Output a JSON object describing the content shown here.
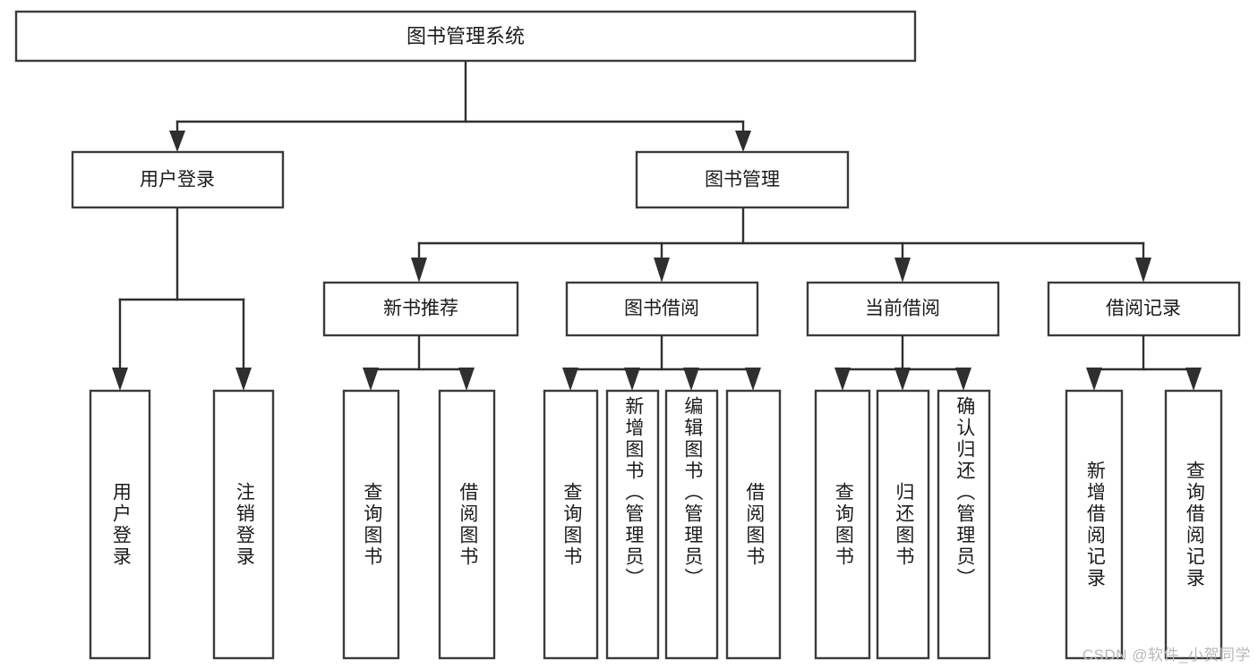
{
  "diagram": {
    "title": "图书管理系统",
    "type": "tree-hierarchy-chart",
    "orientation": "top-down",
    "colors": {
      "box_fill": "#ffffff",
      "box_stroke": "#3b3b3b",
      "edge": "#2f2f2f",
      "text": "#1b1b1b",
      "watermark": "#b9b9b9",
      "background": "#ffffff"
    },
    "root": {
      "label": "图书管理系统"
    },
    "level2": [
      {
        "label": "用户登录"
      },
      {
        "label": "图书管理"
      }
    ],
    "level3": [
      {
        "label": "新书推荐"
      },
      {
        "label": "图书借阅"
      },
      {
        "label": "当前借阅"
      },
      {
        "label": "借阅记录"
      }
    ],
    "leaves": {
      "user_login": [
        {
          "label": "用户登录"
        },
        {
          "label": "注销登录"
        }
      ],
      "new_book_recommend": [
        {
          "label": "查询图书"
        },
        {
          "label": "借阅图书"
        }
      ],
      "book_borrow": [
        {
          "label": "查询图书"
        },
        {
          "label": "新增图书（管理员）"
        },
        {
          "label": "编辑图书（管理员）"
        },
        {
          "label": "借阅图书"
        }
      ],
      "current_borrow": [
        {
          "label": "查询图书"
        },
        {
          "label": "归还图书"
        },
        {
          "label": "确认归还（管理员）"
        }
      ],
      "borrow_record": [
        {
          "label": "新增借阅记录"
        },
        {
          "label": "查询借阅记录"
        }
      ]
    },
    "watermark": "CSDN @软件_小贺同学"
  }
}
